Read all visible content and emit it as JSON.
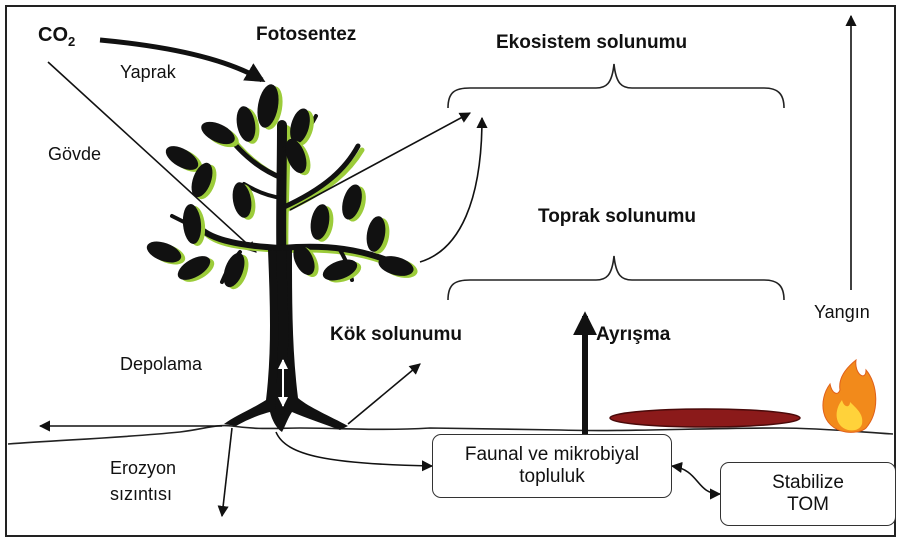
{
  "labels": {
    "co2": "CO",
    "co2_sub": "2",
    "photosynthesis": "Fotosentez",
    "leaf": "Yaprak",
    "stem": "Gövde",
    "ecosystem_respiration": "Ekosistem solunumu",
    "soil_respiration": "Toprak solunumu",
    "root_respiration": "Kök solunumu",
    "decomposition": "Ayrışma",
    "fire": "Yangın",
    "storage": "Depolama",
    "erosion": "Erozyon",
    "leaching": "sızıntısı"
  },
  "boxes": {
    "community_line1": "Faunal ve mikrobiyal",
    "community_line2": "topluluk",
    "stable_line1": "Stabilize",
    "stable_line2": "TOM"
  },
  "colors": {
    "leaf_dark": "#111111",
    "leaf_shadow": "#9ccc3a",
    "litter": "#8b1a1a",
    "flame_outer": "#f28a1b",
    "flame_inner": "#ffd23a"
  }
}
